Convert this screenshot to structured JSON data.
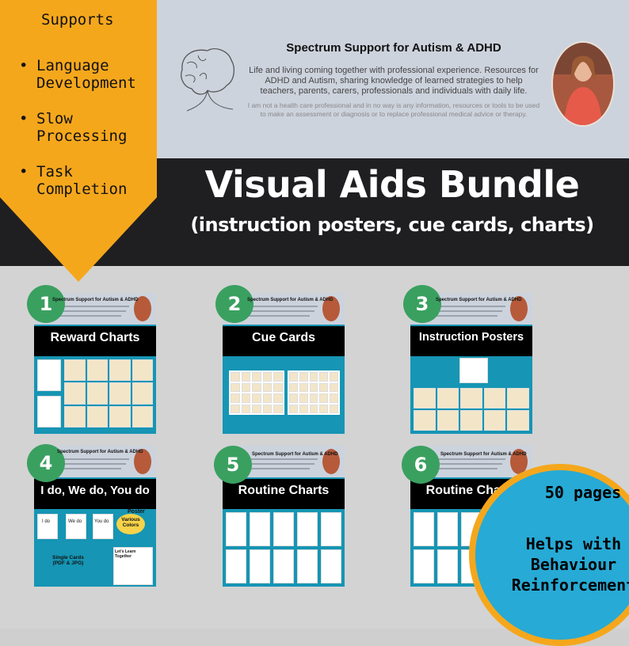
{
  "supports": {
    "title": "Supports",
    "items": [
      {
        "label": "Language Development"
      },
      {
        "label": "Slow Processing"
      },
      {
        "label": "Task Completion"
      }
    ]
  },
  "brand": {
    "title": "Spectrum Support for Autism & ADHD",
    "tagline": "Life and living coming together with professional experience. Resources for ADHD and Autism, sharing knowledge of learned strategies to help teachers, parents, carers, professionals and individuals with daily life.",
    "disclaimer": "I am not a health care professional and in no way is any information, resources or tools to be used to make an assessment or diagnosis or to replace professional medical advice or therapy."
  },
  "headline": {
    "title": "Visual Aids Bundle",
    "subtitle": "(instruction posters, cue cards, charts)"
  },
  "cards": [
    {
      "number": "1",
      "label": "Reward Charts"
    },
    {
      "number": "2",
      "label": "Cue Cards"
    },
    {
      "number": "3",
      "label": "Instruction Posters"
    },
    {
      "number": "4",
      "label": "I do, We do, You do",
      "extras": {
        "various_colors": "Various Colors",
        "poster": "Poster",
        "single_cards": "Single Cards (PDF & JPG)",
        "lets_learn": "Let's Learn Together",
        "cards": [
          "I do",
          "We do",
          "You do"
        ]
      }
    },
    {
      "number": "5",
      "label": "Routine Charts"
    },
    {
      "number": "6",
      "label": "Routine Charts"
    }
  ],
  "badge": {
    "pages": "50 pages",
    "helps": "Helps with Behaviour Reinforcement"
  },
  "colors": {
    "orange": "#f5a71c",
    "teal": "#1695b4",
    "dark_band": "#1f1f22",
    "number_green": "#3aa060",
    "badge_blue": "#27aad6"
  }
}
